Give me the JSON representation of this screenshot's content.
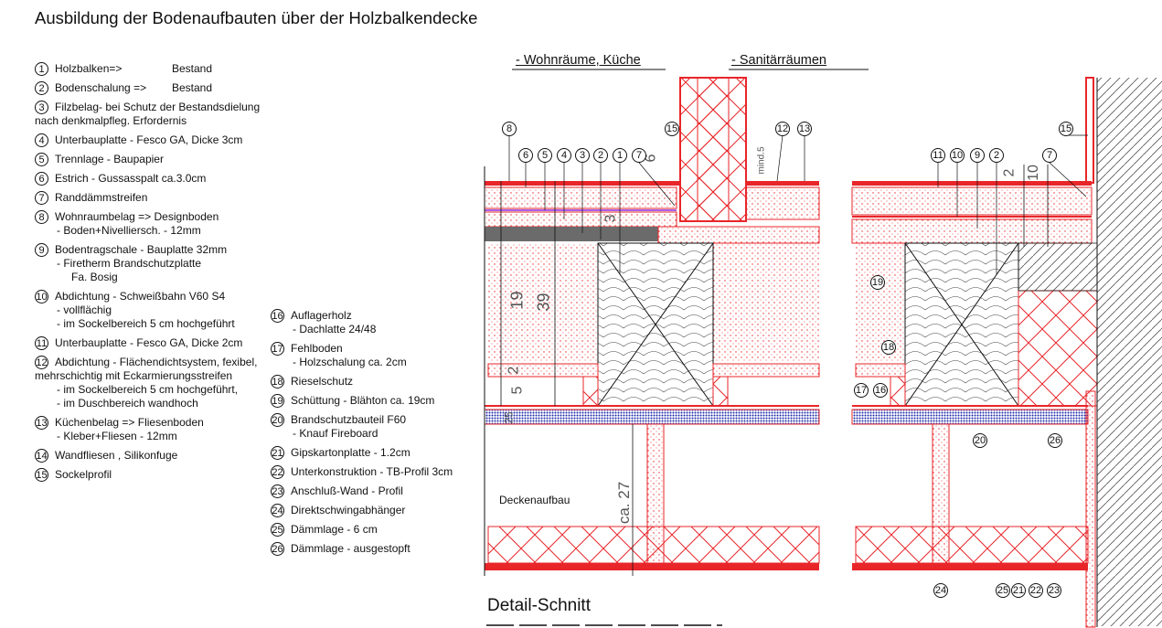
{
  "title": "Ausbildung der Bodenaufbauten über der Holzbalkendecke",
  "legend_left": [
    {
      "n": "1",
      "text": "Holzbalken=>",
      "right": "Bestand"
    },
    {
      "n": "2",
      "text": "Bodenschalung =>",
      "right": "Bestand"
    },
    {
      "n": "3",
      "text": "Filzbelag- bei Schutz der Bestandsdielung",
      "sub": [
        "nach denkmalpfleg. Erfordernis"
      ]
    },
    {
      "n": "4",
      "text": "Unterbauplatte - Fesco GA, Dicke 3cm"
    },
    {
      "n": "5",
      "text": "Trennlage - Baupapier"
    },
    {
      "n": "6",
      "text": "Estrich - Gussasspalt ca.3.0cm"
    },
    {
      "n": "7",
      "text": "Randdämmstreifen"
    },
    {
      "n": "8",
      "text": "Wohnraumbelag => Designboden",
      "sub": [
        "-        Boden+Nivelliersch. - 12mm"
      ]
    },
    {
      "n": "9",
      "text": "Bodentragschale - Bauplatte 32mm",
      "sub": [
        "-        Firetherm Brandschutzplatte",
        "          Fa. Bosig"
      ]
    },
    {
      "n": "10",
      "text": "Abdichtung - Schweißbahn V60 S4",
      "sub": [
        "-    vollflächig",
        "-    im Sockelbereich 5 cm hochgeführt"
      ]
    },
    {
      "n": "11",
      "text": "Unterbauplatte - Fesco GA, Dicke 2cm"
    },
    {
      "n": "12",
      "text": "Abdichtung - Flächendichtsystem, fexibel,",
      "sub": [
        "mehrschichtig mit Eckarmierungsstreifen",
        "-    im Sockelbereich 5 cm hochgeführt,",
        "-    im Duschbereich wandhoch"
      ]
    },
    {
      "n": "13",
      "text": "Küchenbelag => Fliesenboden",
      "sub": [
        "-        Kleber+Fliesen - 12mm"
      ]
    },
    {
      "n": "14",
      "text": "Wandfliesen , Silikonfuge"
    },
    {
      "n": "15",
      "text": "Sockelprofil"
    }
  ],
  "legend_right": [
    {
      "n": "16",
      "text": "Auflagerholz",
      "sub": [
        "-        Dachlatte 24/48"
      ]
    },
    {
      "n": "17",
      "text": "Fehlboden",
      "sub": [
        "-        Holzschalung ca. 2cm"
      ]
    },
    {
      "n": "18",
      "text": "Rieselschutz"
    },
    {
      "n": "19",
      "text": "Schüttung - Blähton ca. 19cm"
    },
    {
      "n": "20",
      "text": "Brandschutzbauteil F60",
      "sub": [
        "-        Knauf Fireboard"
      ]
    },
    {
      "n": "21",
      "text": "Gipskartonplatte - 1.2cm"
    },
    {
      "n": "22",
      "text": "Unterkonstruktion - TB-Profil 3cm"
    },
    {
      "n": "23",
      "text": "Anschluß-Wand - Profil"
    },
    {
      "n": "24",
      "text": "Direktschwingabhänger"
    },
    {
      "n": "25",
      "text": "Dämmlage - 6 cm"
    },
    {
      "n": "26",
      "text": "Dämmlage - ausgestopft"
    }
  ],
  "drawing": {
    "label_left": "-  Wohnräume, Küche",
    "label_right": "-  Sanitärräumen",
    "caption": "Detail-Schnitt",
    "ceiling_label": "Deckenaufbau",
    "dims": {
      "d6": "6",
      "d2": "2",
      "d10": "10",
      "d19": "19",
      "d39": "39",
      "d3": "3",
      "d2b": "2",
      "d5": "5",
      "d25": "25",
      "d27": "ca. 27",
      "mind": "mind.5"
    },
    "callouts_top_left": [
      "8",
      "6",
      "5",
      "4",
      "3",
      "2",
      "1",
      "7",
      "15",
      "12",
      "13"
    ],
    "callouts_top_right": [
      "11",
      "10",
      "9",
      "2",
      "7",
      "15"
    ],
    "callouts_mid": [
      "19",
      "18",
      "17",
      "16",
      "20",
      "26"
    ],
    "callouts_bottom": [
      "24",
      "25",
      "21",
      "22",
      "23"
    ],
    "colors": {
      "red": "#e8262a",
      "dark": "#111111",
      "grey": "#6b6b6b",
      "blue": "#1c2aa8",
      "purple": "#8a2be2"
    }
  }
}
